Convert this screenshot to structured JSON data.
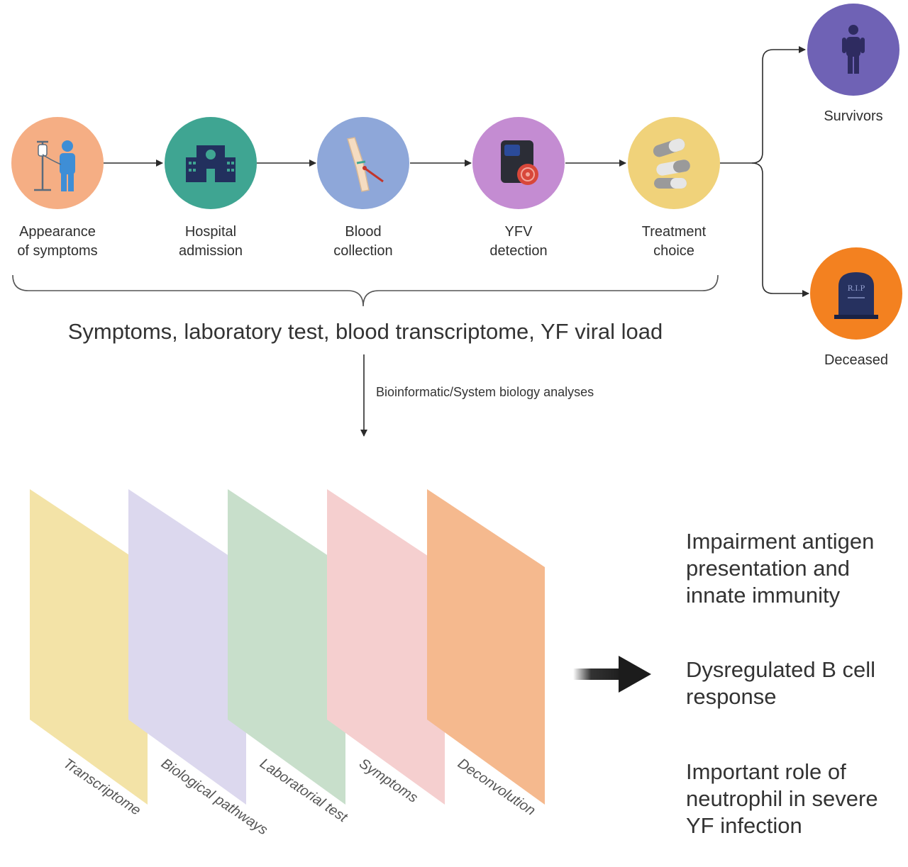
{
  "timeline": {
    "steps": [
      {
        "label_line1": "Appearance",
        "label_line2": "of symptoms",
        "color": "#F5AE84",
        "icon": "iv-drip-patient-icon"
      },
      {
        "label_line1": "Hospital",
        "label_line2": "admission",
        "color": "#3FA592",
        "icon": "hospital-building-icon"
      },
      {
        "label_line1": "Blood",
        "label_line2": "collection",
        "color": "#8EA7D9",
        "icon": "arm-blood-draw-icon"
      },
      {
        "label_line1": "YFV",
        "label_line2": "detection",
        "color": "#C48CD2",
        "icon": "pcr-machine-virus-icon"
      },
      {
        "label_line1": "Treatment",
        "label_line2": "choice",
        "color": "#F0D27A",
        "icon": "pills-icon"
      }
    ],
    "outcomes": [
      {
        "label": "Survivors",
        "color": "#6F62B5",
        "icon": "person-icon"
      },
      {
        "label": "Deceased",
        "color": "#F38120",
        "icon": "tombstone-icon",
        "icon_text": "R.I.P"
      }
    ]
  },
  "summary": "Symptoms, laboratory test, blood transcriptome, YF viral load",
  "analysis_label": "Bioinformatic/System biology analyses",
  "layers": [
    {
      "label": "Transcriptome",
      "color": "#F3E3A7"
    },
    {
      "label": "Biological pathways",
      "color": "#DCD8EE"
    },
    {
      "label": "Laboratorial test",
      "color": "#C8DFCB"
    },
    {
      "label": "Symptoms",
      "color": "#F5CFCF"
    },
    {
      "label": "Deconvolution",
      "color": "#F5B98E"
    }
  ],
  "findings": [
    "Impairment antigen presentation and innate immunity",
    "Dysregulated B cell response",
    "Important role of neutrophil in severe YF infection"
  ]
}
